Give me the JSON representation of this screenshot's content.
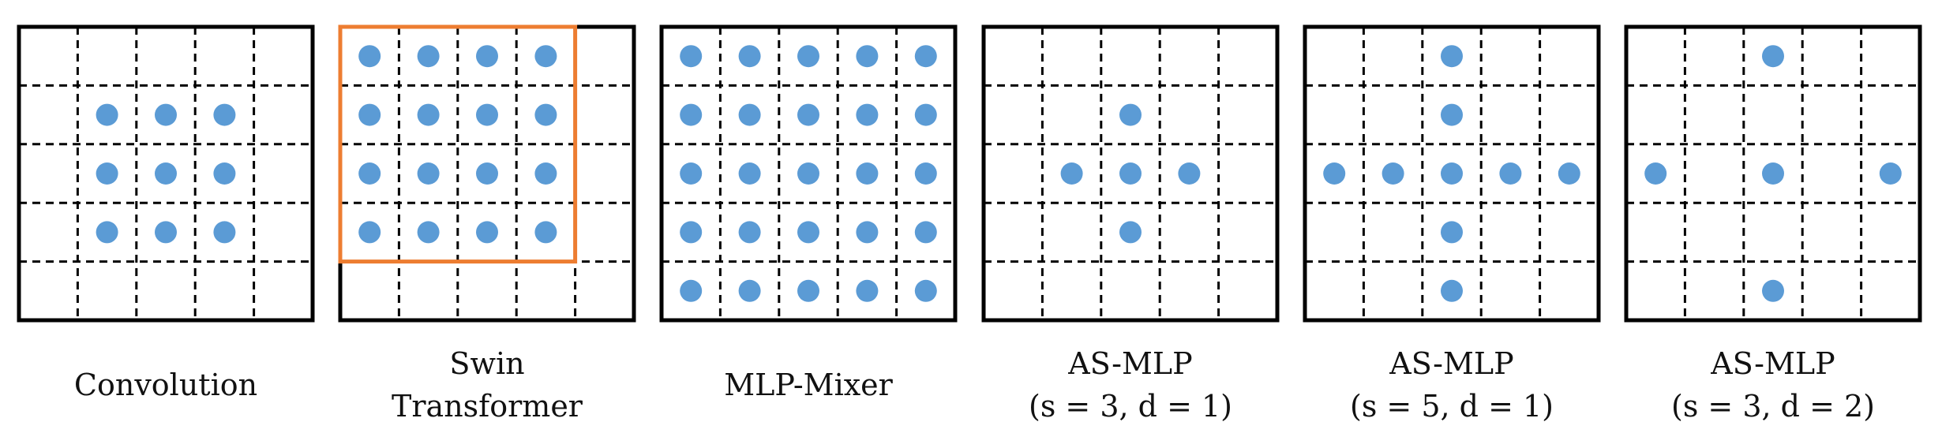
{
  "colors": {
    "border": "#000000",
    "grid_line": "#000000",
    "dot": "#5b9bd5",
    "window_highlight": "#ed7d31",
    "caption_text": "#111111"
  },
  "grid_size": 5,
  "panels": [
    {
      "id": "convolution",
      "caption_lines": [
        "Convolution"
      ],
      "dots": [
        [
          1,
          1
        ],
        [
          2,
          1
        ],
        [
          3,
          1
        ],
        [
          1,
          2
        ],
        [
          2,
          2
        ],
        [
          3,
          2
        ],
        [
          1,
          3
        ],
        [
          2,
          3
        ],
        [
          3,
          3
        ]
      ],
      "highlight_window": null
    },
    {
      "id": "swin-transformer",
      "caption_lines": [
        "Swin",
        "Transformer"
      ],
      "dots": [
        [
          0,
          0
        ],
        [
          1,
          0
        ],
        [
          2,
          0
        ],
        [
          3,
          0
        ],
        [
          0,
          1
        ],
        [
          1,
          1
        ],
        [
          2,
          1
        ],
        [
          3,
          1
        ],
        [
          0,
          2
        ],
        [
          1,
          2
        ],
        [
          2,
          2
        ],
        [
          3,
          2
        ],
        [
          0,
          3
        ],
        [
          1,
          3
        ],
        [
          2,
          3
        ],
        [
          3,
          3
        ]
      ],
      "highlight_window": {
        "cols": [
          0,
          3
        ],
        "rows": [
          0,
          3
        ]
      }
    },
    {
      "id": "mlp-mixer",
      "caption_lines": [
        "MLP-Mixer"
      ],
      "dots": [
        [
          0,
          0
        ],
        [
          1,
          0
        ],
        [
          2,
          0
        ],
        [
          3,
          0
        ],
        [
          4,
          0
        ],
        [
          0,
          1
        ],
        [
          1,
          1
        ],
        [
          2,
          1
        ],
        [
          3,
          1
        ],
        [
          4,
          1
        ],
        [
          0,
          2
        ],
        [
          1,
          2
        ],
        [
          2,
          2
        ],
        [
          3,
          2
        ],
        [
          4,
          2
        ],
        [
          0,
          3
        ],
        [
          1,
          3
        ],
        [
          2,
          3
        ],
        [
          3,
          3
        ],
        [
          4,
          3
        ],
        [
          0,
          4
        ],
        [
          1,
          4
        ],
        [
          2,
          4
        ],
        [
          3,
          4
        ],
        [
          4,
          4
        ]
      ],
      "highlight_window": null
    },
    {
      "id": "as-mlp-s3-d1",
      "caption_lines": [
        "AS-MLP",
        "(s = 3, d = 1)"
      ],
      "dots": [
        [
          2,
          1
        ],
        [
          1,
          2
        ],
        [
          2,
          2
        ],
        [
          3,
          2
        ],
        [
          2,
          3
        ]
      ],
      "highlight_window": null
    },
    {
      "id": "as-mlp-s5-d1",
      "caption_lines": [
        "AS-MLP",
        "(s = 5, d = 1)"
      ],
      "dots": [
        [
          2,
          0
        ],
        [
          2,
          1
        ],
        [
          0,
          2
        ],
        [
          1,
          2
        ],
        [
          2,
          2
        ],
        [
          3,
          2
        ],
        [
          4,
          2
        ],
        [
          2,
          3
        ],
        [
          2,
          4
        ]
      ],
      "highlight_window": null
    },
    {
      "id": "as-mlp-s3-d2",
      "caption_lines": [
        "AS-MLP",
        "(s = 3, d = 2)"
      ],
      "dots": [
        [
          2,
          0
        ],
        [
          0,
          2
        ],
        [
          2,
          2
        ],
        [
          4,
          2
        ],
        [
          2,
          4
        ]
      ],
      "highlight_window": null
    }
  ]
}
